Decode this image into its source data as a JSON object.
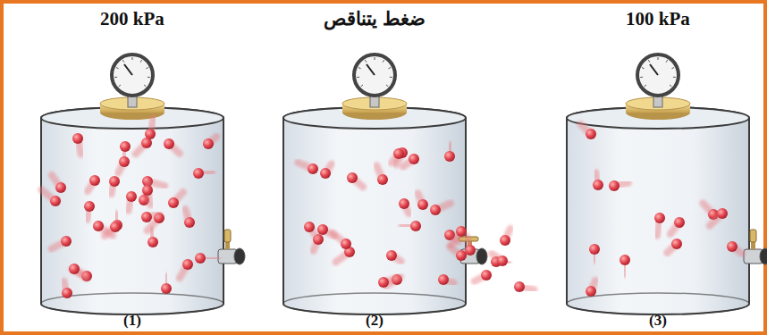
{
  "diagram": {
    "labels": [
      "200 kPa",
      "ضغط يتناقص",
      "100 kPa",
      "(1)",
      "(2)",
      "(3)"
    ]
  }
}
